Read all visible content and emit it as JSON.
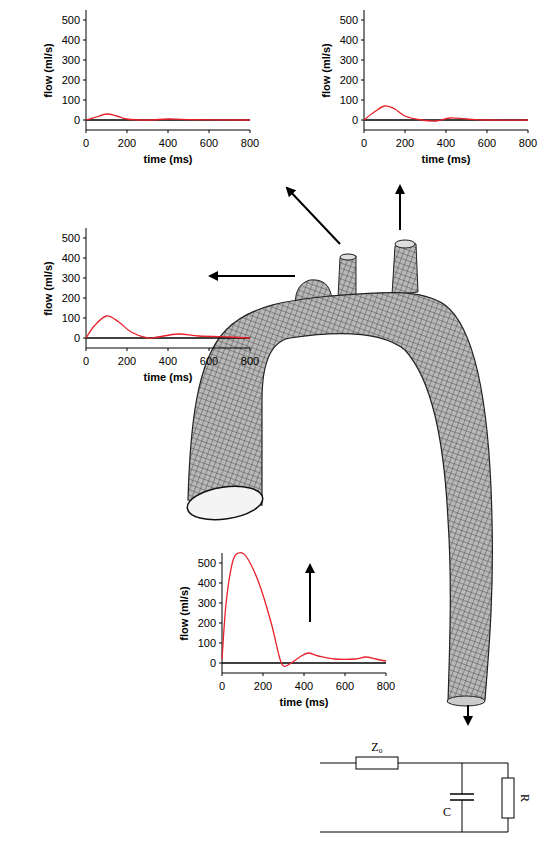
{
  "diagram": {
    "labels": [
      "flow (ml/s)",
      "500",
      "400",
      "300",
      "200",
      "100",
      "0",
      "time (ms)",
      "0",
      "200",
      "400",
      "600",
      "800",
      "flow (ml/s)",
      "500",
      "400",
      "300",
      "200",
      "100",
      "0",
      "time (ms)",
      "0",
      "200",
      "400",
      "600",
      "800",
      "flow (ml/s)",
      "500",
      "400",
      "300",
      "200",
      "100",
      "0",
      "time (ms)",
      "0",
      "200",
      "400",
      "600",
      "800",
      "flow (ml/s)",
      "500",
      "400",
      "300",
      "200",
      "100",
      "0",
      "time (ms)",
      "0",
      "200",
      "400",
      "600",
      "800",
      "Z₀",
      "C",
      "R"
    ]
  }
}
